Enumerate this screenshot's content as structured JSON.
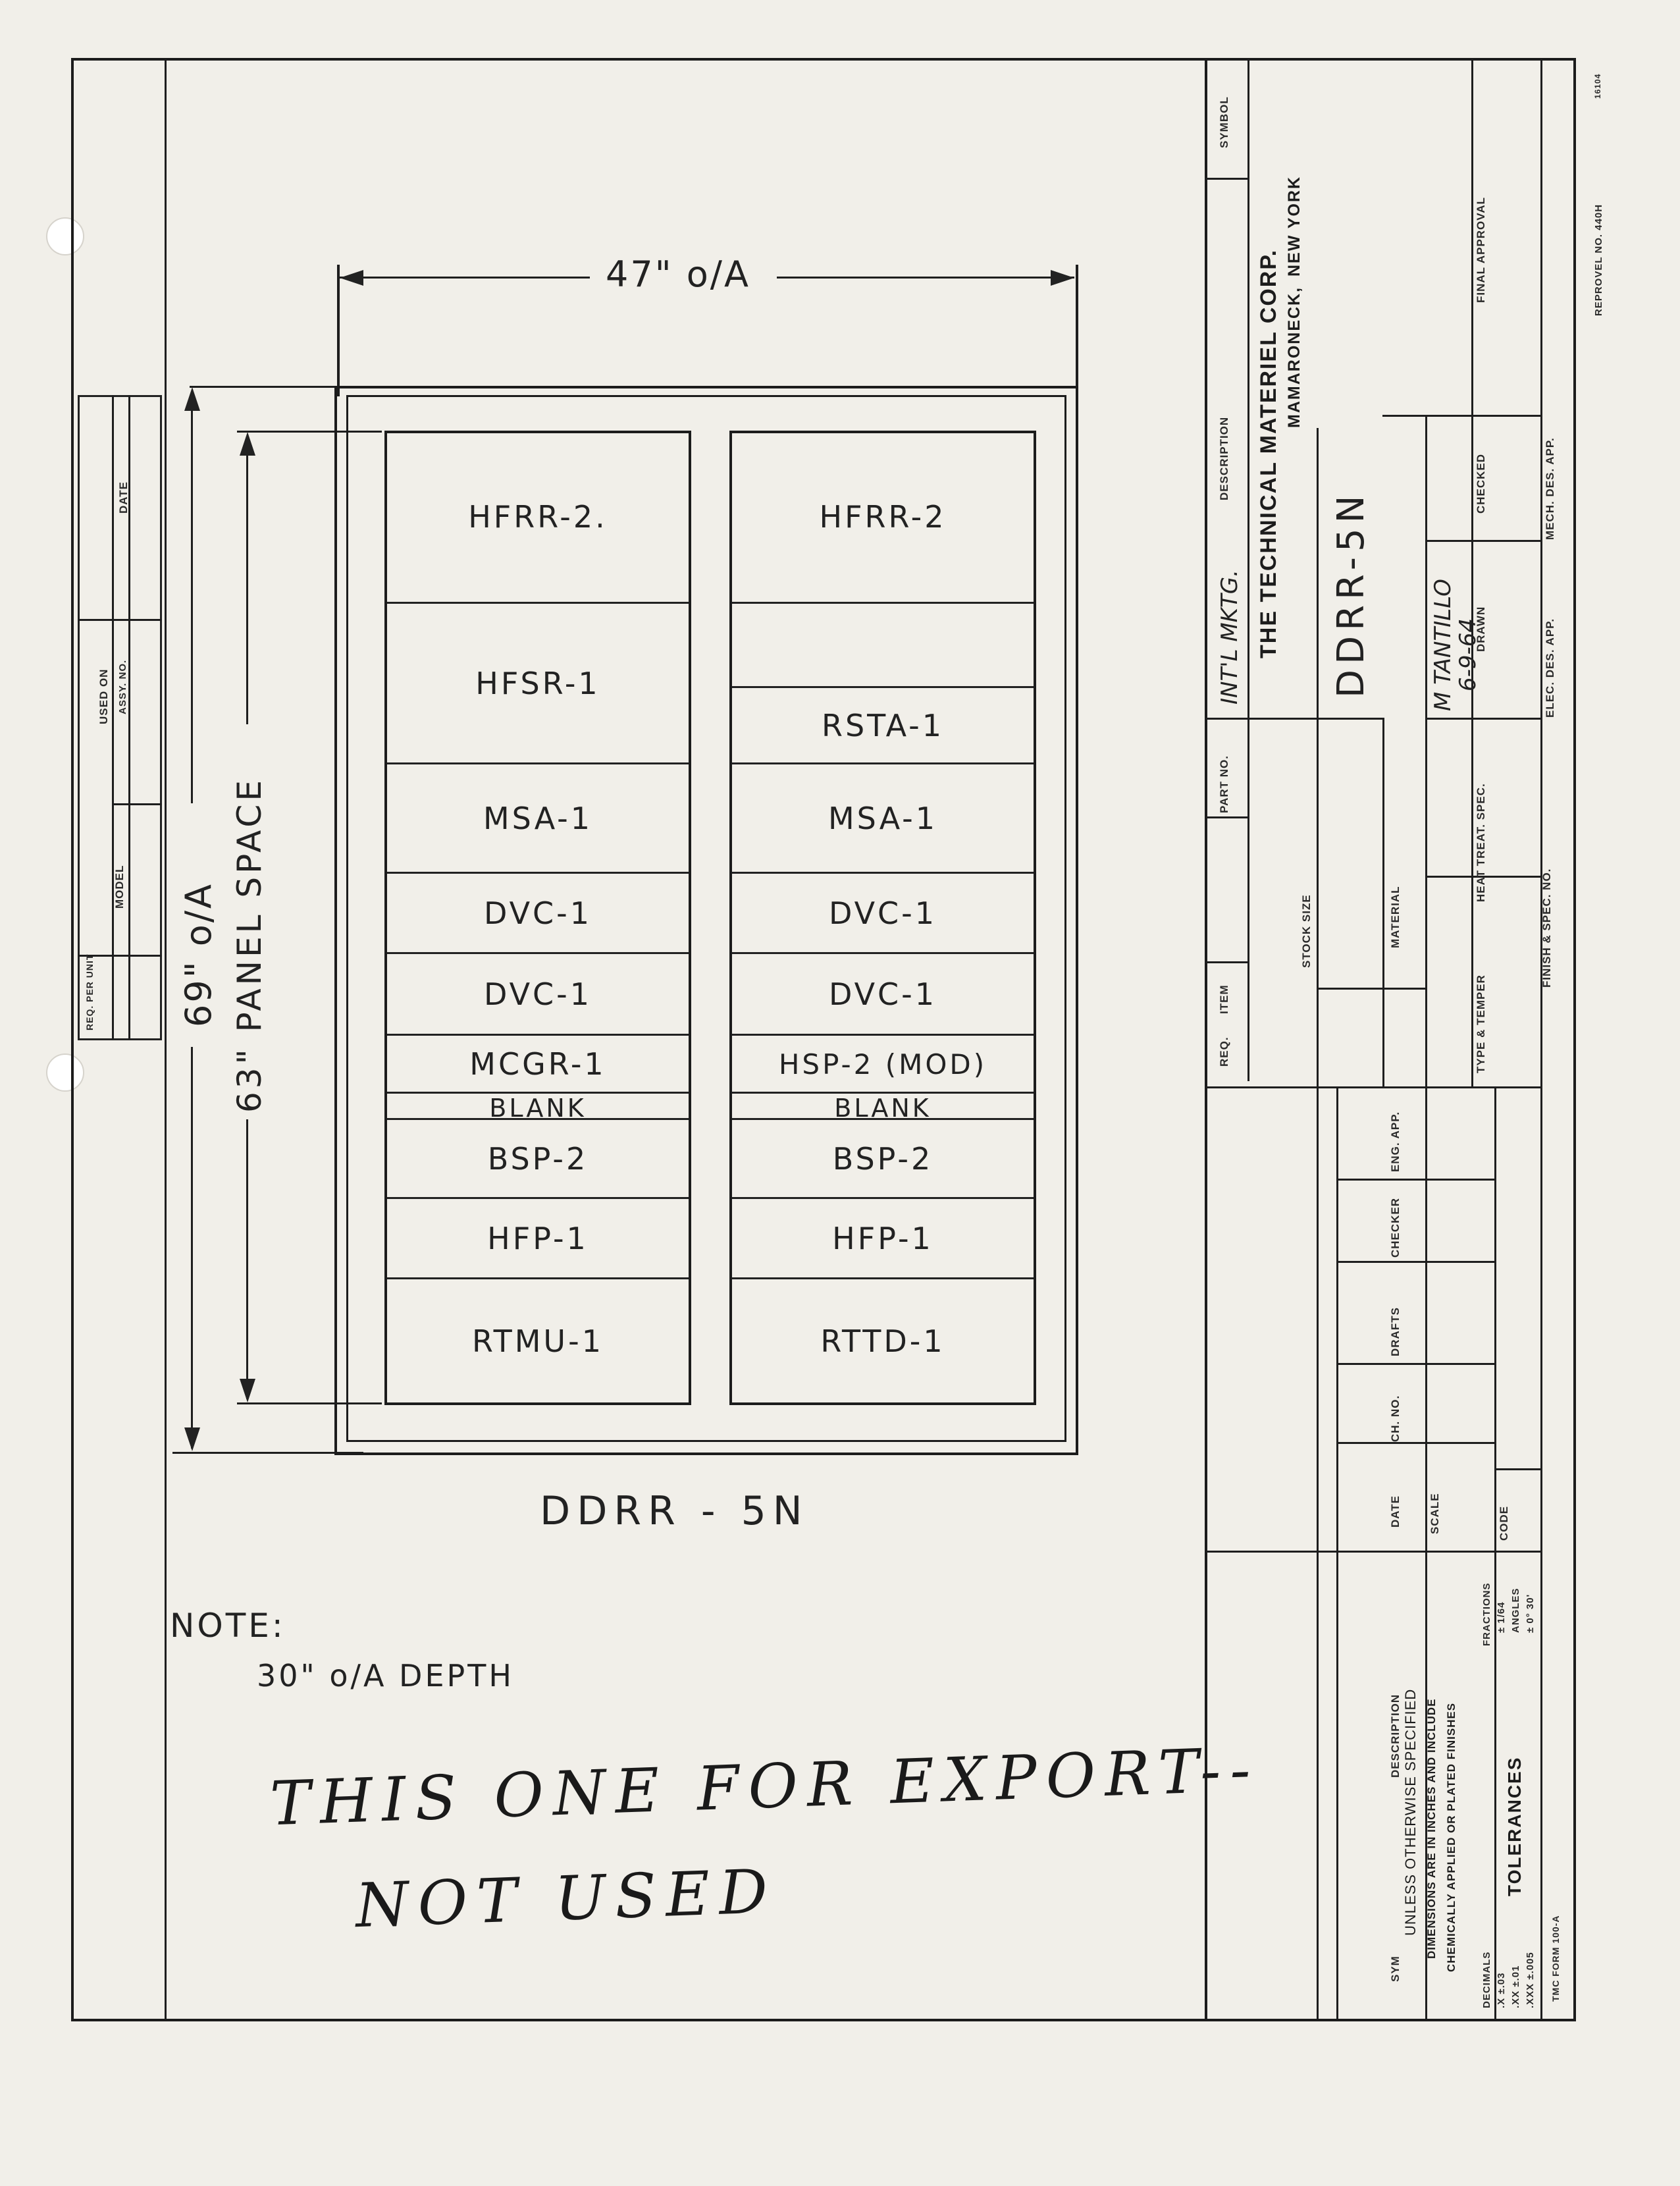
{
  "rack": {
    "width_dim": "47\" o/A",
    "height_dim": "69\" o/A",
    "panel_dim": "63\" PANEL SPACE",
    "name": "DDRR - 5N",
    "left_column": [
      {
        "label": "HFRR-2."
      },
      {
        "label": "HFSR-1"
      },
      {
        "label": "MSA-1"
      },
      {
        "label": "DVC-1"
      },
      {
        "label": "DVC-1"
      },
      {
        "label": "MCGR-1"
      },
      {
        "label": "BLANK"
      },
      {
        "label": "BSP-2"
      },
      {
        "label": "HFP-1"
      },
      {
        "label": "RTMU-1"
      }
    ],
    "right_column": [
      {
        "label": "HFRR-2"
      },
      {
        "label": ""
      },
      {
        "label": "RSTA-1"
      },
      {
        "label": "MSA-1"
      },
      {
        "label": "DVC-1"
      },
      {
        "label": "DVC-1"
      },
      {
        "label": "HSP-2 (MOD)"
      },
      {
        "label": "BLANK"
      },
      {
        "label": "BSP-2"
      },
      {
        "label": "HFP-1"
      },
      {
        "label": "RTTD-1"
      }
    ]
  },
  "note": {
    "heading": "NOTE:",
    "text": "30\" o/A DEPTH"
  },
  "handwritten": {
    "line1": "THIS ONE FOR EXPORT--",
    "line2": "NOT USED"
  },
  "used_on": {
    "heading": "USED ON",
    "req_per_unit": "REQ. PER UNIT",
    "model": "MODEL",
    "assy_no": "ASSY. NO.",
    "date": "DATE"
  },
  "title_block": {
    "company": "THE TECHNICAL MATERIEL CORP.",
    "city": "MAMARONECK,",
    "state": "NEW YORK",
    "symbol": "SYMBOL",
    "description_label": "DESCRIPTION",
    "description_value": "INT'L MKTG.",
    "part_no_label": "PART NO.",
    "req_label": "REQ.",
    "item_label": "ITEM",
    "stock_size_label": "STOCK SIZE",
    "drawing_title": "DDRR-5N",
    "material_label": "MATERIAL",
    "type_temper_label": "TYPE & TEMPER",
    "heat_treat_label": "HEAT TREAT. SPEC.",
    "finish_label": "FINISH & SPEC. NO.",
    "drawn_label": "DRAWN",
    "drawn_by": "M TANTILLO",
    "drawn_date": "6-9-64",
    "checked_label": "CHECKED",
    "final_approval_label": "FINAL APPROVAL",
    "elec_des_label": "ELEC. DES. APP.",
    "mech_des_label": "MECH. DES. APP.",
    "sym_label": "SYM",
    "rev_description_label": "DESCRIPTION",
    "date_label": "DATE",
    "ch_no_label": "CH. NO.",
    "drafts_label": "DRAFTS",
    "checker_label": "CHECKER",
    "eng_app_label": "ENG. APP.",
    "unless_text": "UNLESS OTHERWISE SPECIFIED",
    "dims_text": "DIMENSIONS ARE IN INCHES AND INCLUDE",
    "chem_text": "CHEMICALLY APPLIED OR PLATED FINISHES",
    "scale_label": "SCALE",
    "code_label": "CODE",
    "tolerances_label": "TOLERANCES",
    "decimals_label": "DECIMALS",
    "dec1": ".X ±.03",
    "dec2": ".XX ±.01",
    "dec3": ".XXX ±.005",
    "fractions_label": "FRACTIONS",
    "fractions_value": "± 1/64",
    "angles_label": "ANGLES",
    "angles_value": "± 0° 30'",
    "form_no": "TMC FORM 100-A",
    "reprovel": "REPROVEL NO. 440H",
    "corner_no": "16104"
  }
}
